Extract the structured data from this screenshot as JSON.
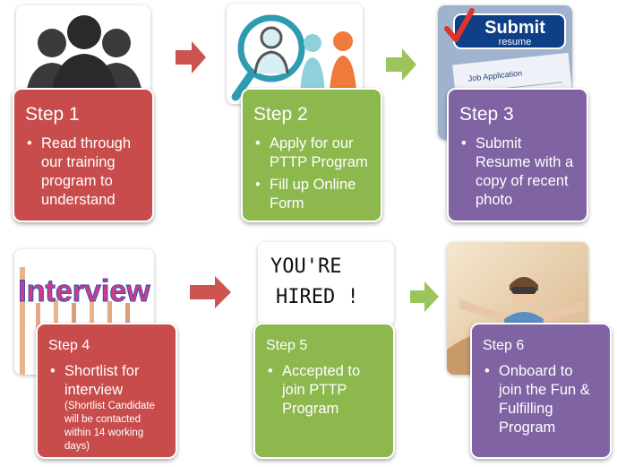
{
  "colors": {
    "red": "#c84c4c",
    "green": "#8db84e",
    "purple": "#7f63a2",
    "arrow_red": "#cc5350",
    "arrow_green": "#9bc45a"
  },
  "images": {
    "submit_sign": {
      "title": "Submit",
      "subtitle": "resume",
      "form_label": "Job Application"
    },
    "interview_sign": "Interview",
    "hired_sign": {
      "line1": "YOU'RE",
      "line2": "HIRED !"
    }
  },
  "steps": [
    {
      "title": "Step 1",
      "bullets": [
        "Read through our training program to understand"
      ]
    },
    {
      "title": "Step 2",
      "bullets": [
        "Apply for our PTTP Program",
        "Fill up Online Form"
      ]
    },
    {
      "title": "Step 3",
      "bullets": [
        "Submit Resume with a copy of recent photo"
      ]
    },
    {
      "title": "Step 4",
      "bullets": [
        "Shortlist for interview"
      ],
      "note": "(Shortlist Candidate will be contacted within 14 working days)"
    },
    {
      "title": "Step 5",
      "bullets": [
        "Accepted to join PTTP Program"
      ]
    },
    {
      "title": "Step 6",
      "bullets": [
        "Onboard to join the Fun & Fulfilling Program"
      ]
    }
  ]
}
